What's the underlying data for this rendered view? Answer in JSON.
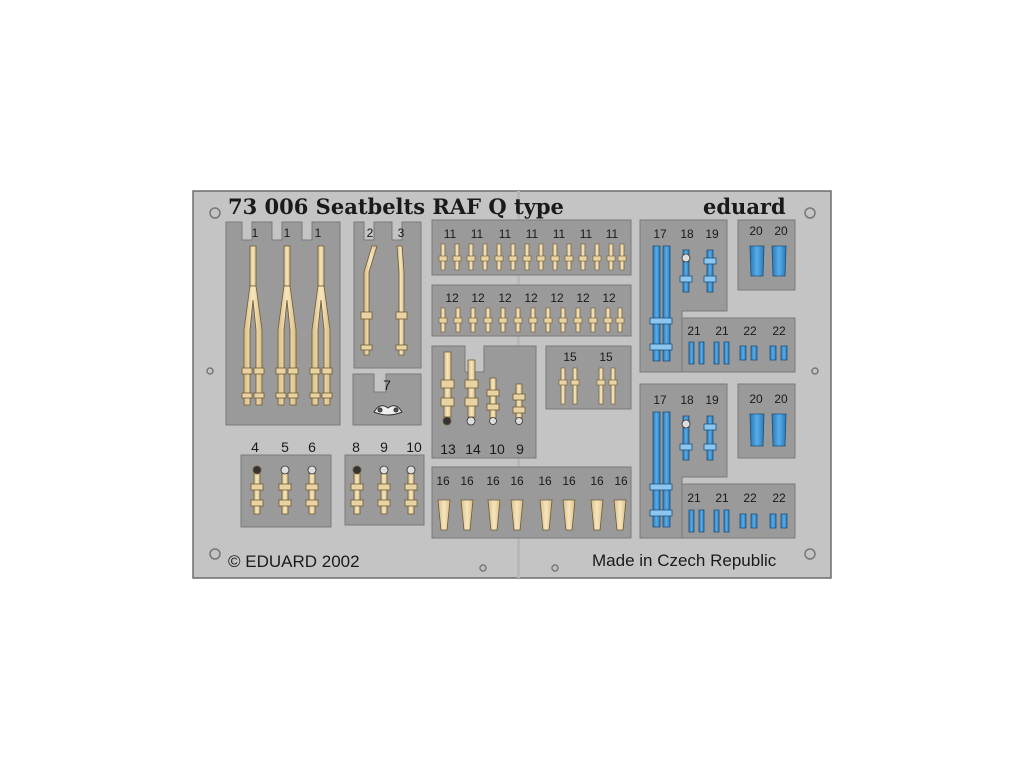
{
  "sheet": {
    "title": "73 006 Seatbelts RAF Q type",
    "brand": "eduard",
    "copyright": "© EDUARD 2002",
    "origin": "Made in Czech Republic"
  },
  "part_labels": {
    "p1": "1",
    "p2": "2",
    "p3": "3",
    "p4": "4",
    "p5": "5",
    "p6": "6",
    "p7": "7",
    "p8": "8",
    "p9": "9",
    "p10": "10",
    "p11": "11",
    "p12": "12",
    "p13": "13",
    "p14": "14",
    "p15": "15",
    "p16": "16",
    "p17": "17",
    "p18": "18",
    "p19": "19",
    "p20": "20",
    "p21": "21",
    "p22": "22"
  },
  "colors": {
    "fret": "#c4c4c4",
    "recess": "#9a9a9a",
    "tan_belt": "#f2dcae",
    "blue_belt": "#3f95d6",
    "outline": "#555555"
  }
}
